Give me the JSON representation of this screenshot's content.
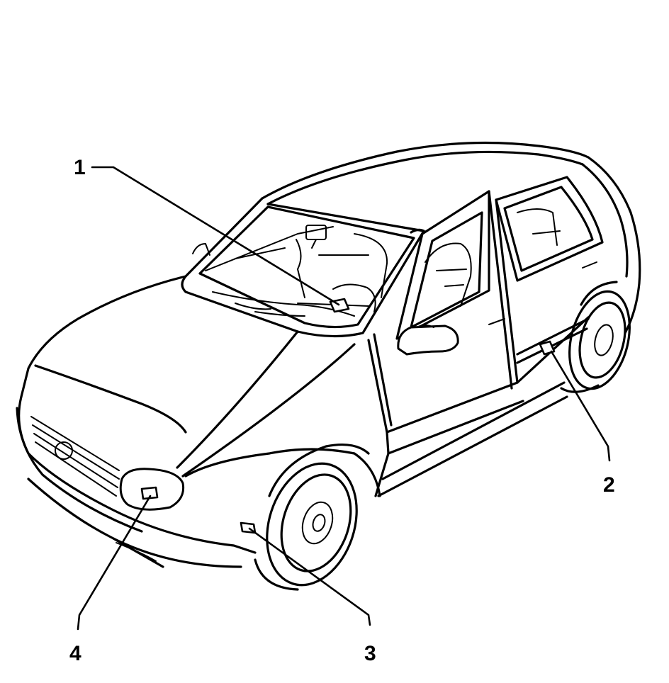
{
  "diagram": {
    "callouts": [
      {
        "id": 1,
        "label": "1"
      },
      {
        "id": 2,
        "label": "2"
      },
      {
        "id": 3,
        "label": "3"
      },
      {
        "id": 4,
        "label": "4"
      }
    ]
  },
  "colors": {
    "line": "#000000",
    "background": "#ffffff"
  }
}
